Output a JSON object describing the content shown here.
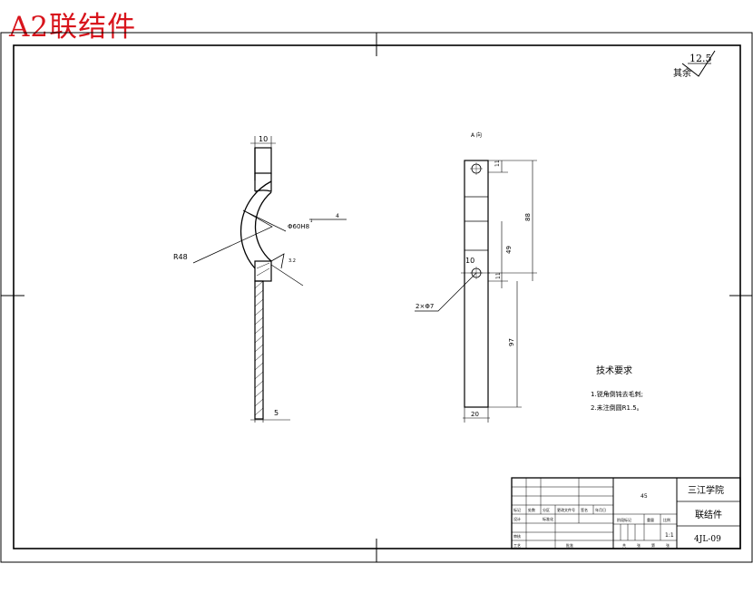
{
  "header": {
    "title": "A2联结件"
  },
  "roughness": {
    "value": "12.5",
    "label": "其余"
  },
  "left_view": {
    "dim_top": "10",
    "dim_radius": "R48",
    "dim_hole": "Φ60H8",
    "tolerance_symbol": "↓",
    "tolerance_value": "4",
    "roughness_small": "3.2",
    "dim_bottom": "5"
  },
  "right_view": {
    "view_label": "A 向",
    "dim_top_gap": "11",
    "dim_span": "88",
    "dim_mid": "49",
    "dim_hole_offset": "10",
    "dim_gap_lower": "11",
    "dim_lower": "97",
    "dim_width": "20",
    "hole_callout": "2×Φ7"
  },
  "tech_notes": {
    "heading": "技术要求",
    "items": [
      "1.锐角倒钝去毛刺;",
      "2.未注倒圆R1.5。"
    ]
  },
  "title_block": {
    "material_mark": "45",
    "school": "三江学院",
    "part_name": "联结件",
    "drawing_no": "4JL-09",
    "scale": "1:1",
    "left_row_labels": [
      "标记",
      "处数",
      "分区",
      "更改文件号",
      "签名",
      "年月日"
    ],
    "left_row2_labels": [
      "设计",
      "标准化",
      "审核",
      "工艺",
      "批准"
    ],
    "stage_labels": [
      "阶段标记",
      "重量",
      "比例"
    ],
    "sheet_labels": [
      "共",
      "张",
      "第",
      "张"
    ]
  }
}
